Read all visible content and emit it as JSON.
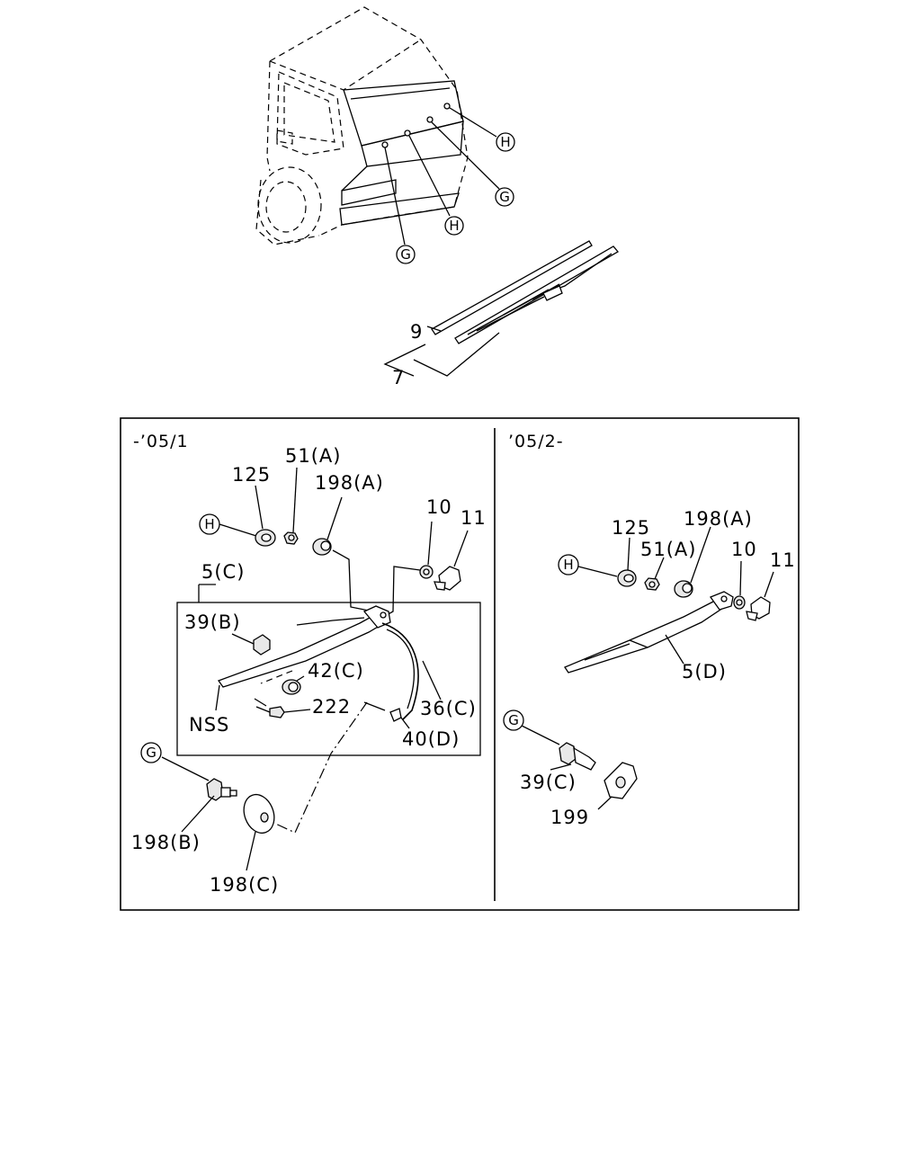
{
  "top": {
    "callouts": {
      "h1": "H",
      "g1": "G",
      "h2": "H",
      "g2": "G"
    },
    "labels": {
      "blade_rubber": "9",
      "blade": "7"
    }
  },
  "left_panel": {
    "period": "-’05/1",
    "callouts": {
      "h": "H",
      "g": "G"
    },
    "labels": {
      "washer_125": "125",
      "nut_51a": "51(A)",
      "cap_198a": "198(A)",
      "cap_10": "10",
      "cover_11": "11",
      "arm_5c": "5(C)",
      "clip_39b": "39(B)",
      "grommet_42c": "42(C)",
      "hose_36c": "36(C)",
      "screw_222": "222",
      "nss": "NSS",
      "joint_40d": "40(D)",
      "nozzle_198b": "198(B)",
      "seal_198c": "198(C)"
    }
  },
  "right_panel": {
    "period": "’05/2-",
    "callouts": {
      "h": "H",
      "g": "G"
    },
    "labels": {
      "washer_125": "125",
      "cap_198a": "198(A)",
      "nut_51a": "51(A)",
      "cap_10": "10",
      "cover_11": "11",
      "arm_5d": "5(D)",
      "nozzle_39c": "39(C)",
      "seal_199": "199"
    }
  }
}
